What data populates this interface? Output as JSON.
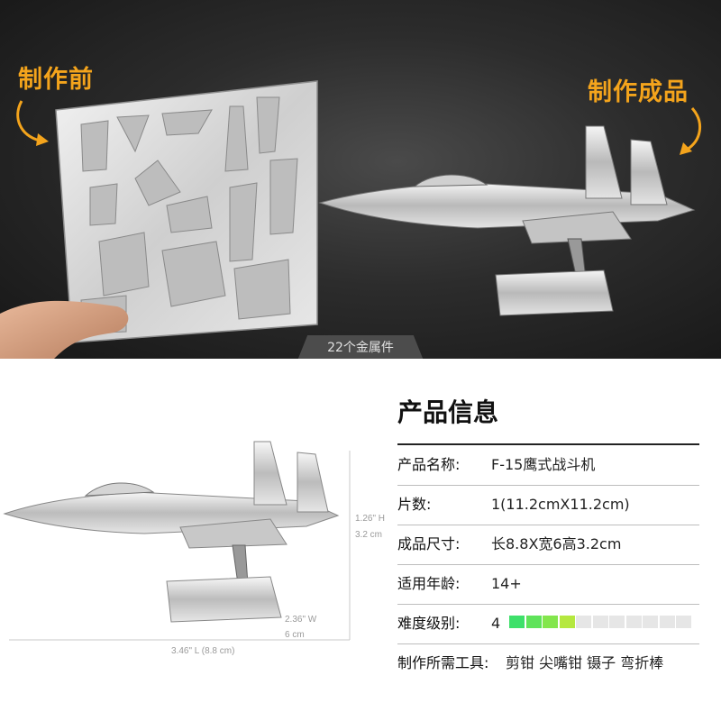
{
  "top": {
    "before_label": "制作前",
    "after_label": "制作成品",
    "parts_badge": "22个金属件"
  },
  "dimensions": {
    "height_in": "1.26\" H",
    "height_cm": "3.2 cm",
    "width_in": "2.36\" W",
    "width_cm": "6 cm",
    "length": "3.46\" L (8.8 cm)"
  },
  "info": {
    "title": "产品信息",
    "rows": [
      {
        "label": "产品名称:",
        "value": "F-15鹰式战斗机"
      },
      {
        "label": "片数:",
        "value": "1(11.2cmX11.2cm)"
      },
      {
        "label": "成品尺寸:",
        "value": "长8.8X宽6高3.2cm"
      },
      {
        "label": "适用年龄:",
        "value": "14+"
      },
      {
        "label": "难度级别:",
        "value": "4"
      },
      {
        "label": "制作所需工具:",
        "value": "剪钳 尖嘴钳 镊子 弯折棒"
      }
    ],
    "difficulty": {
      "level": 4,
      "max": 11
    },
    "bar_colors_filled": [
      "#3ee06a",
      "#5fe35a",
      "#83e64c",
      "#b5e83f"
    ],
    "bar_color_empty": "#e6e6e6"
  },
  "colors": {
    "accent": "#f4a41c",
    "dark_bg": "#2c2c2c"
  }
}
